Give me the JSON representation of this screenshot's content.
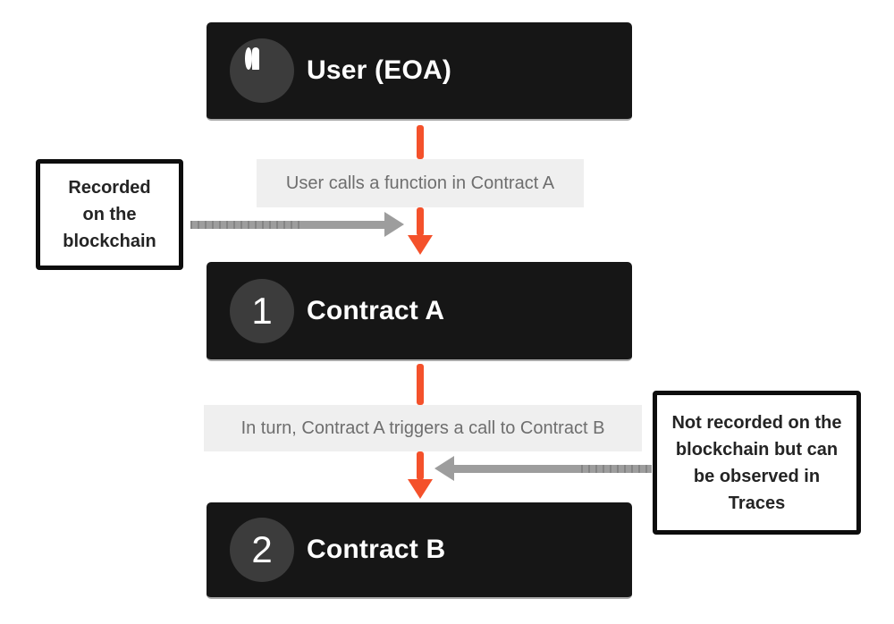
{
  "diagram": {
    "nodes": [
      {
        "title": "User (EOA)",
        "icon": "user-icon"
      },
      {
        "title": "Contract A",
        "badge": "1"
      },
      {
        "title": "Contract B",
        "badge": "2"
      }
    ],
    "edges": [
      {
        "label": "User calls a function in Contract A"
      },
      {
        "label": "In turn, Contract A triggers a call to Contract B"
      }
    ],
    "callouts": [
      {
        "side": "left",
        "lines": [
          "Recorded",
          "on the",
          "blockchain"
        ]
      },
      {
        "side": "right",
        "lines": [
          "Not recorded on the",
          "blockchain but can",
          "be observed in",
          "Traces"
        ]
      }
    ],
    "colors": {
      "page_bg": "#ffffff",
      "node_bg": "#161616",
      "node_badge_bg": "#3c3c3c",
      "node_text": "#ffffff",
      "node_bottom_edge": "#a9a9a9",
      "edge_label_bg": "#efefef",
      "edge_label_text": "#6e6e6e",
      "flow_arrow": "#f4512b",
      "annotation_arrow": "#9d9d9d",
      "callout_border": "#0d0d0d",
      "callout_bg": "#ffffff",
      "callout_text": "#242424"
    }
  }
}
